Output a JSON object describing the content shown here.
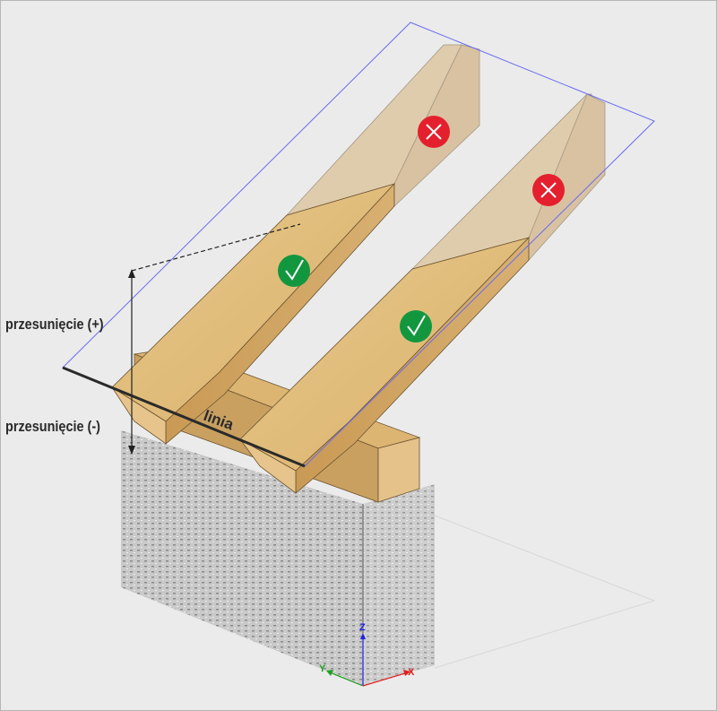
{
  "labels": {
    "offset_plus": "przesunięcie (+)",
    "offset_minus": "przesunięcie (-)",
    "line": "linia"
  },
  "axes": {
    "x": "X",
    "y": "Y",
    "z": "Z"
  },
  "markers": [
    {
      "type": "invalid",
      "icon": "x-circle-icon"
    },
    {
      "type": "invalid",
      "icon": "x-circle-icon"
    },
    {
      "type": "valid",
      "icon": "check-circle-icon"
    },
    {
      "type": "valid",
      "icon": "check-circle-icon"
    }
  ],
  "colors": {
    "invalid": "#e4202e",
    "valid": "#12973f",
    "plane": "#6a6af0",
    "wood": "#e2c083"
  }
}
